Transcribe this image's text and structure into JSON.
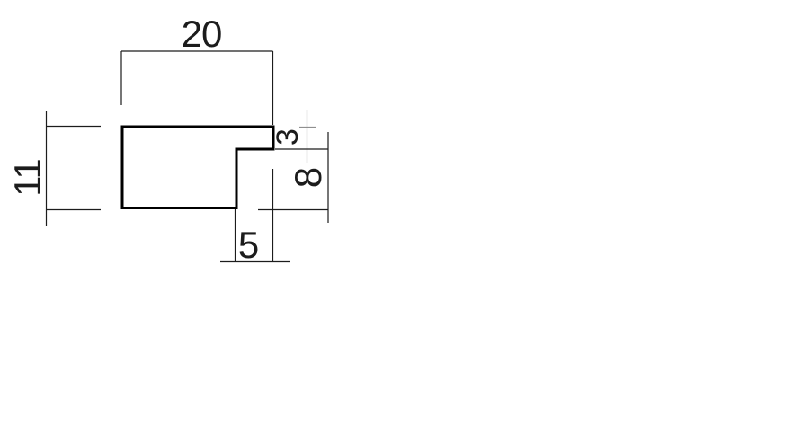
{
  "drawing": {
    "type": "technical-drawing",
    "part": {
      "shape": "stepped-block-profile"
    },
    "dimensions": {
      "top_width": {
        "label": "20",
        "orientation": "horizontal"
      },
      "left_height": {
        "label": "11",
        "orientation": "vertical"
      },
      "right_step_height": {
        "label": "3",
        "orientation": "vertical"
      },
      "right_notch_height": {
        "label": "8",
        "orientation": "vertical"
      },
      "bottom_notch_width": {
        "label": "5",
        "orientation": "horizontal"
      }
    },
    "colors": {
      "background": "#ffffff",
      "outline": "#000000",
      "dimension": "#1c1c1c",
      "secondary_dimension": "#8f8f8f"
    }
  }
}
